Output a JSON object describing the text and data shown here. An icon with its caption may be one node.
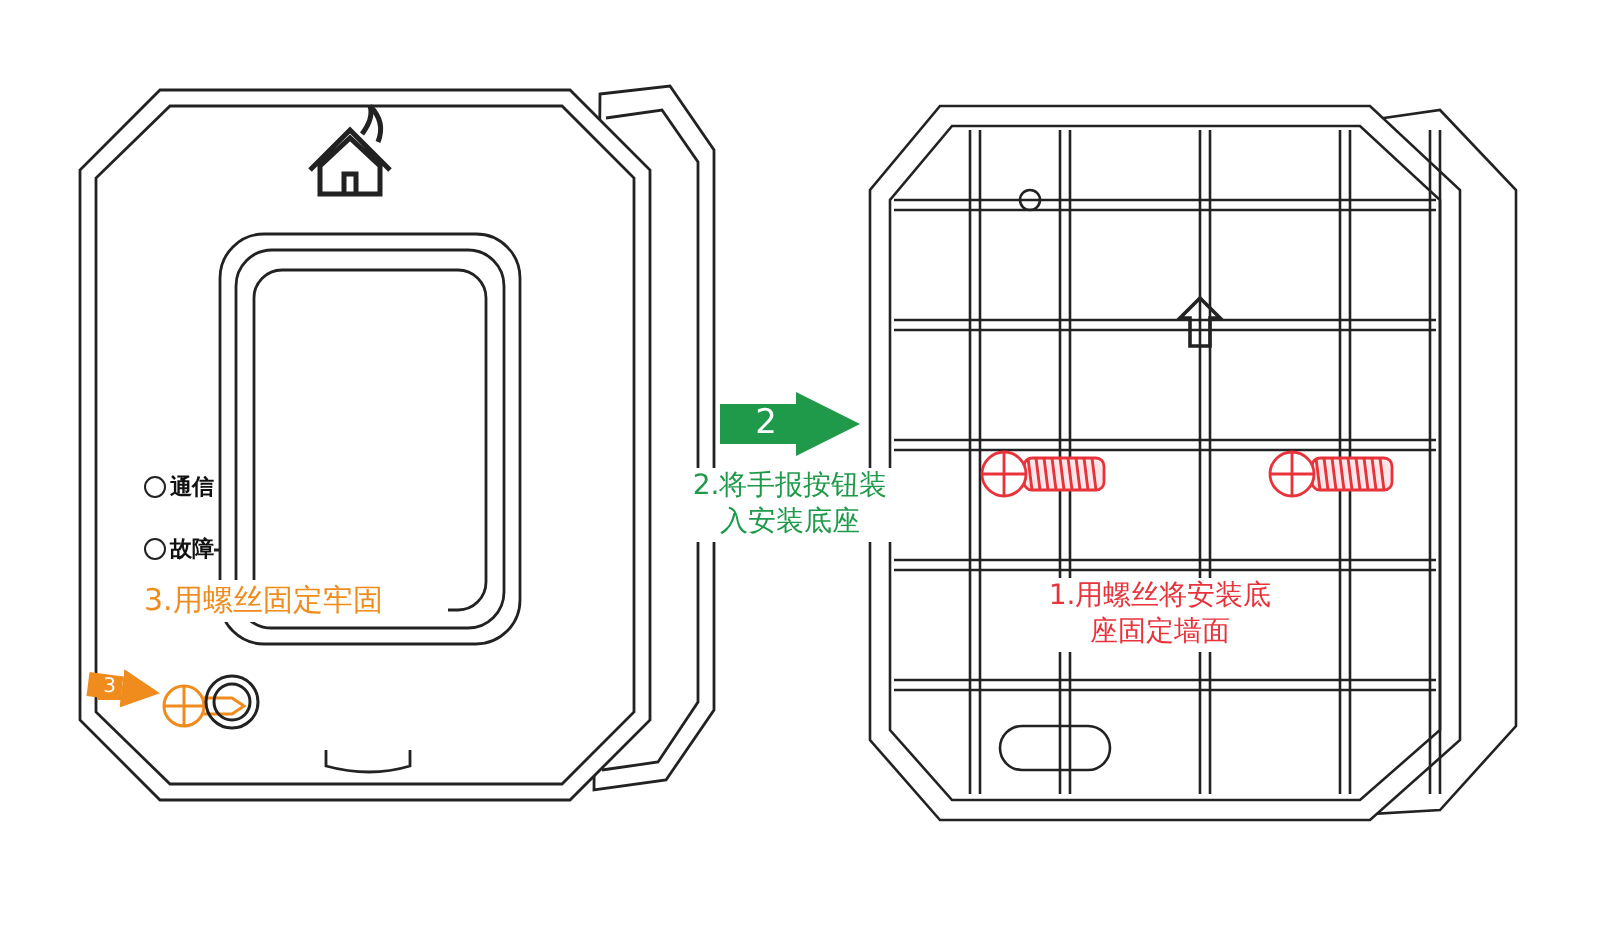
{
  "diagram": {
    "nodes": [
      {
        "text": [],
        "shape": "picture"
      },
      {
        "text": [],
        "shape": "picture",
        "in": 0
      },
      {
        "text": [],
        "shape": "picture"
      }
    ],
    "edges": [
      {
        "from": 0,
        "to": 2,
        "arrow": "to",
        "label": "2",
        "color": "#1e9a4a"
      },
      {
        "from": null,
        "to": 1,
        "arrow": "to",
        "label": "3",
        "color": "#f08c1e"
      }
    ],
    "labels": [
      "通信",
      "故障",
      "3.用螺丝固定牢固",
      "2.将手报按钮装入安装底座",
      "1.用螺丝将安装底座固定墙面"
    ]
  }
}
